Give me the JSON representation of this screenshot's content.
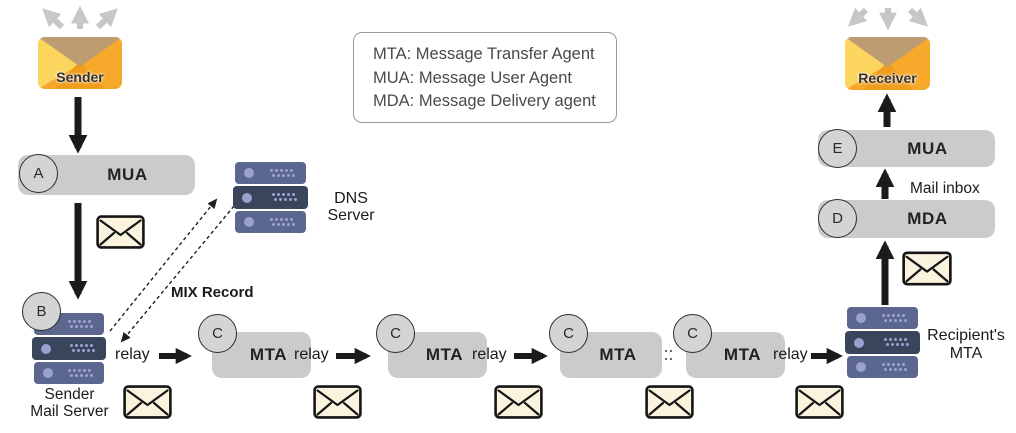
{
  "legend": {
    "lines": [
      "MTA: Message Transfer Agent",
      "MUA: Message User Agent",
      "MDA: Message Delivery agent"
    ]
  },
  "sender": {
    "label": "Sender"
  },
  "receiver": {
    "label": "Receiver"
  },
  "badges": {
    "a": "A",
    "b": "B",
    "d": "D",
    "e": "E"
  },
  "nodes": {
    "mua_a": "MUA",
    "mda_d": "MDA",
    "mua_e": "MUA"
  },
  "mta_chain": [
    {
      "badge": "C",
      "label": "MTA"
    },
    {
      "badge": "C",
      "label": "MTA"
    },
    {
      "badge": "C",
      "label": "MTA"
    },
    {
      "badge": "C",
      "label": "MTA"
    }
  ],
  "labels": {
    "relay": "relay",
    "mix_record": "MIX Record",
    "mail_inbox": "Mail inbox",
    "dns_server": {
      "line1": "DNS",
      "line2": "Server"
    },
    "sender_mail_server": {
      "line1": "Sender",
      "line2": "Mail Server"
    },
    "recipients_mta": {
      "line1": "Recipient's",
      "line2": "MTA"
    }
  },
  "colors": {
    "node_box_gray": "#cbcbcb",
    "badge_gray": "#d4d4d4",
    "arrow_black": "#1b1b1b",
    "arrow_gray": "#c7c7c7",
    "server_row": "#5c678f",
    "server_row_dark": "#39455a",
    "server_accent": "#99a2ce",
    "mail_cream": "#faf3de",
    "envelope_orange": "#f5a82a",
    "envelope_flap_tan": "#be9c72",
    "envelope_yellow": "#fbd55e"
  }
}
